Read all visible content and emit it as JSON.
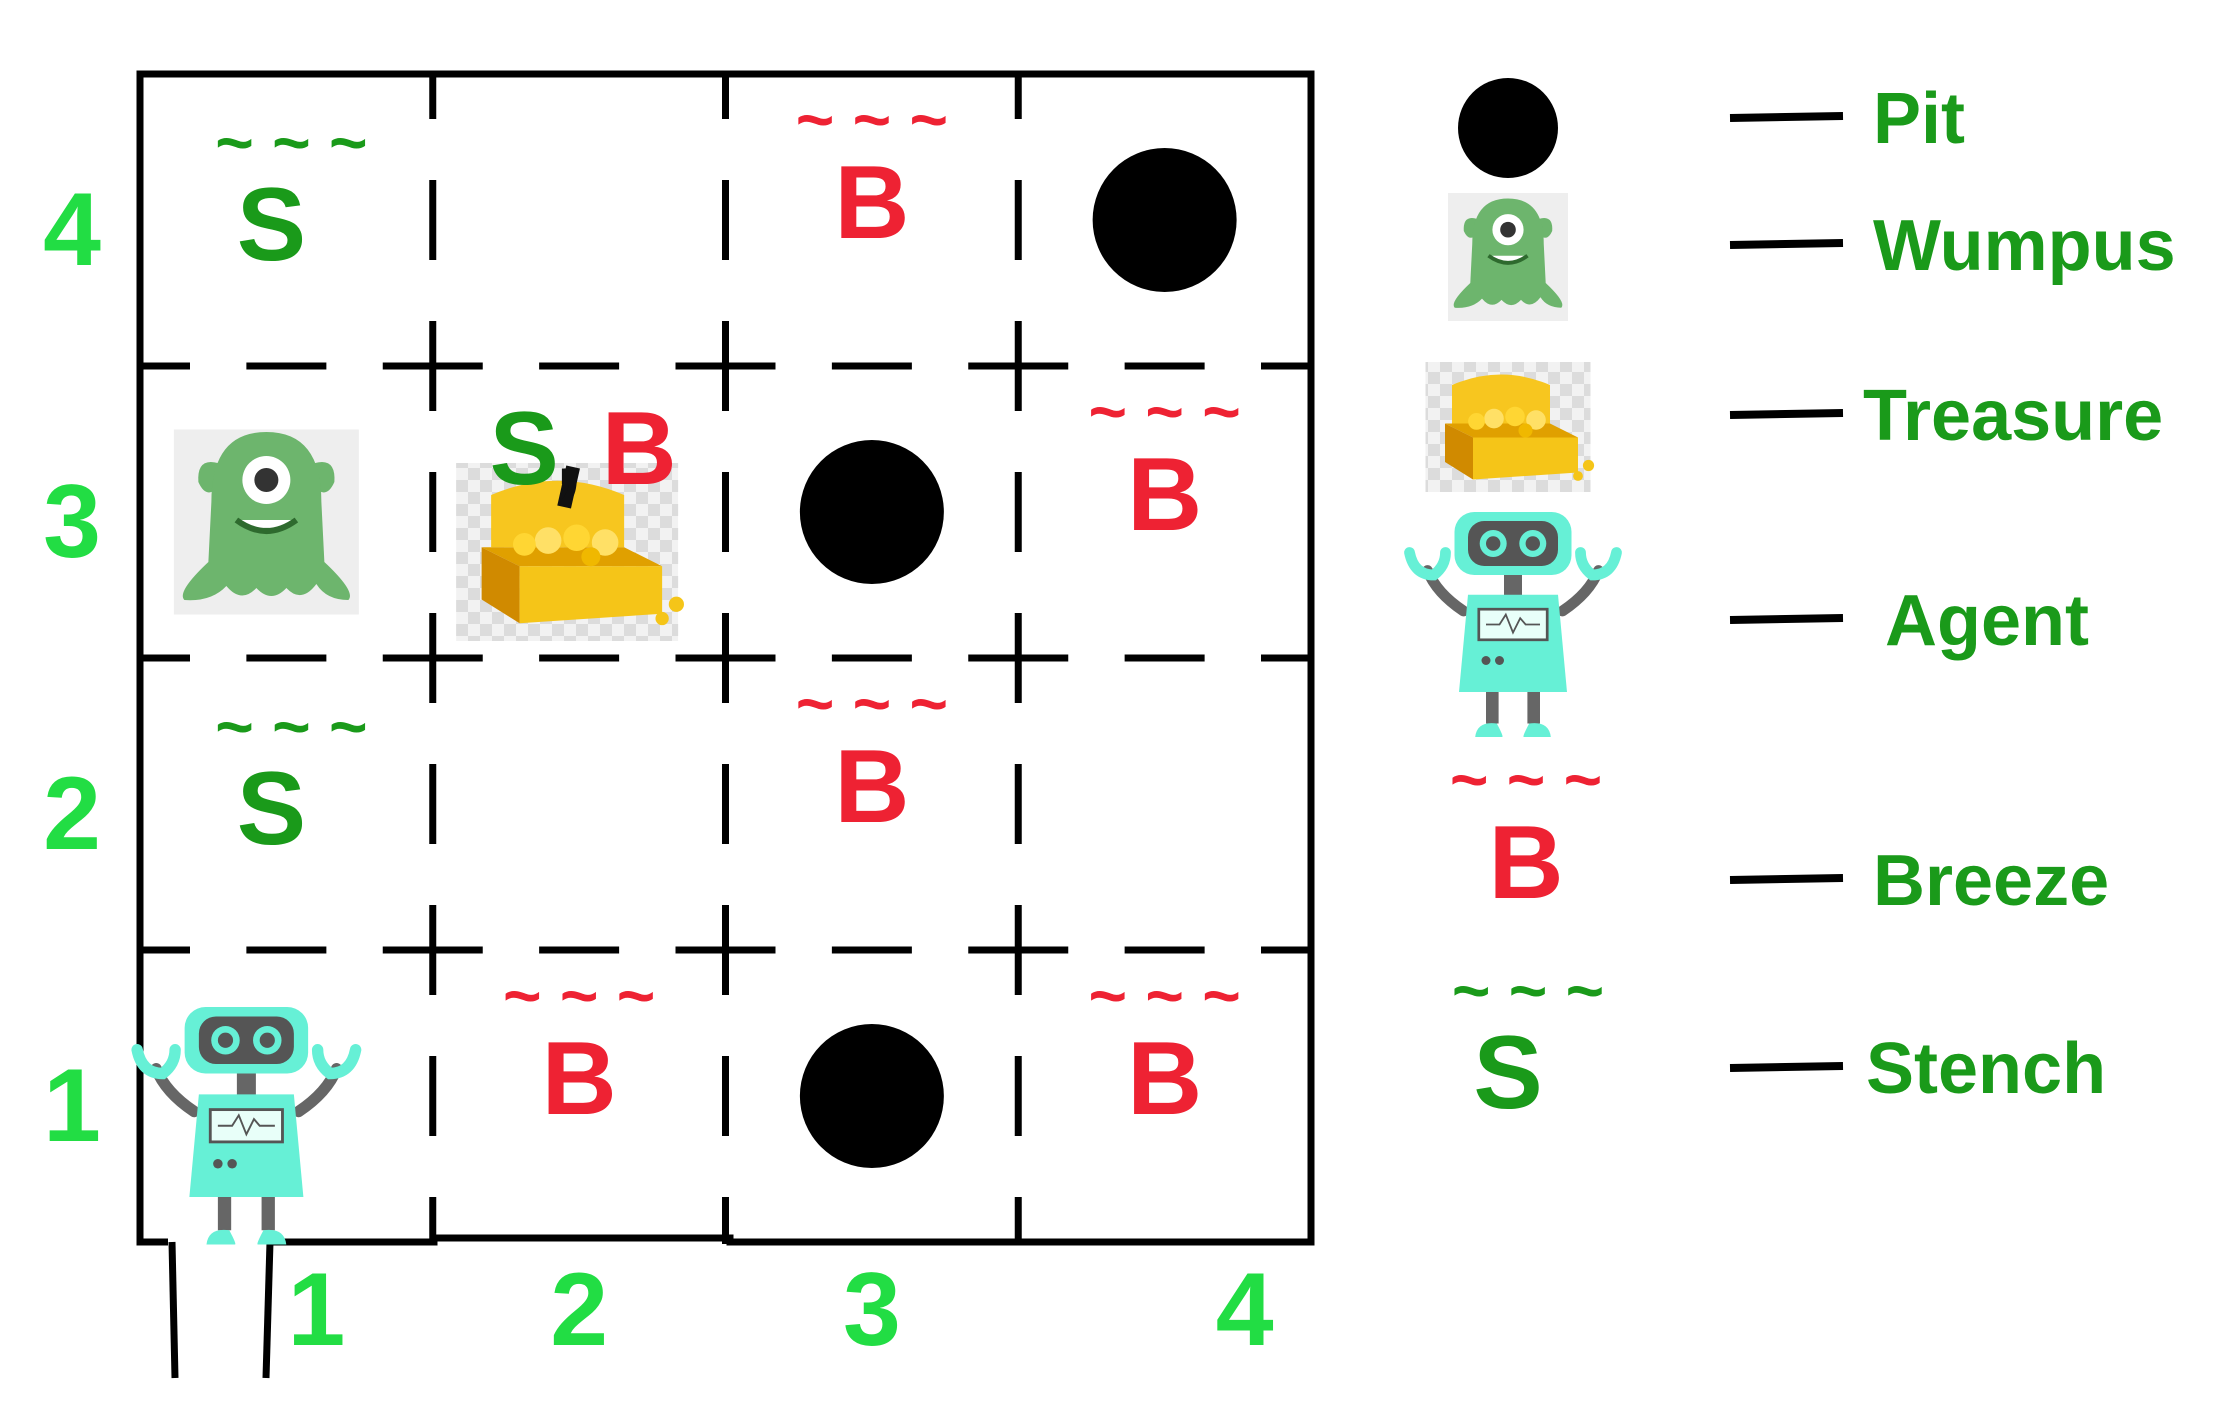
{
  "grid": {
    "rows": 4,
    "cols": 4,
    "row_labels": [
      "4",
      "3",
      "2",
      "1"
    ],
    "col_labels": [
      "1",
      "2",
      "3",
      "4"
    ],
    "cells": [
      {
        "col": 1,
        "row": 4,
        "items": [
          "stench"
        ]
      },
      {
        "col": 3,
        "row": 4,
        "items": [
          "breeze"
        ]
      },
      {
        "col": 4,
        "row": 4,
        "items": [
          "pit"
        ]
      },
      {
        "col": 1,
        "row": 3,
        "items": [
          "wumpus"
        ]
      },
      {
        "col": 2,
        "row": 3,
        "items": [
          "treasure"
        ],
        "label_s": "S",
        "label_comma": ",",
        "label_b": "B"
      },
      {
        "col": 3,
        "row": 3,
        "items": [
          "pit"
        ]
      },
      {
        "col": 4,
        "row": 3,
        "items": [
          "breeze"
        ]
      },
      {
        "col": 1,
        "row": 2,
        "items": [
          "stench"
        ]
      },
      {
        "col": 3,
        "row": 2,
        "items": [
          "breeze"
        ]
      },
      {
        "col": 1,
        "row": 1,
        "items": [
          "agent"
        ]
      },
      {
        "col": 2,
        "row": 1,
        "items": [
          "breeze"
        ]
      },
      {
        "col": 3,
        "row": 1,
        "items": [
          "pit"
        ]
      },
      {
        "col": 4,
        "row": 1,
        "items": [
          "breeze"
        ]
      }
    ]
  },
  "percept_letters": {
    "breeze": "B",
    "stench": "S",
    "wave": "~ ~ ~"
  },
  "legend": [
    {
      "key": "pit",
      "label": "Pit"
    },
    {
      "key": "wumpus",
      "label": "Wumpus"
    },
    {
      "key": "treasure",
      "label": "Treasure"
    },
    {
      "key": "agent",
      "label": "Agent"
    },
    {
      "key": "breeze",
      "label": "Breeze"
    },
    {
      "key": "stench",
      "label": "Stench"
    }
  ],
  "colors": {
    "breeze": "#ee2233",
    "stench": "#1a9a1a",
    "axis_labels": "#22dd44",
    "legend_text": "#1a9a1a",
    "wumpus": "#6db56d",
    "agent_body": "#66f0d6",
    "treasure": "#f5c518"
  }
}
